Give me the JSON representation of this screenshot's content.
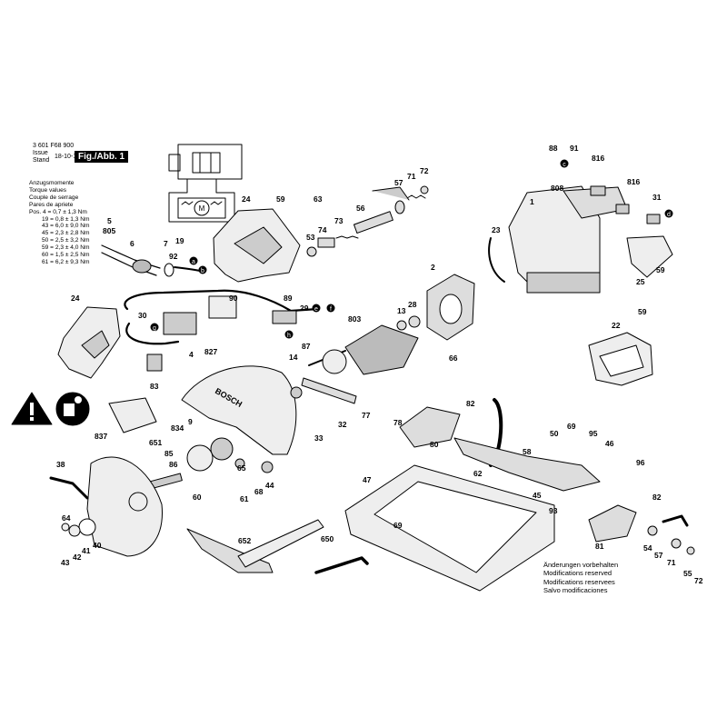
{
  "header": {
    "part_number": "3 601 F68 900",
    "issue_label": "Issue",
    "stand_label": "Stand",
    "date": "18-10-17",
    "fig_label": "Fig./Abb. 1"
  },
  "torque": {
    "lines": [
      "Anzugsmomente",
      "Torque values",
      "Couple de serrage",
      "Pares de apriete",
      "Pos.  4 = 0,7 ± 1,3 Nm",
      "19 = 0,8 ± 1,3 Nm",
      "43 = 6,0 ± 9,0 Nm",
      "45 = 2,3 ± 2,8 Nm",
      "50 = 2,5 ± 3,2 Nm",
      "59 = 2,3 ± 4,0 Nm",
      "60 = 1,5 ± 2,5 Nm",
      "61 = 6,2 ± 9,3 Nm"
    ]
  },
  "notice": {
    "lines": [
      "Änderungen vorbehalten",
      "Modifications reserved",
      "Modifications reservees",
      "Salvo modificaciones"
    ]
  },
  "brand": "BOSCH",
  "motor_symbol": "M",
  "callouts": [
    {
      "text": "a"
    },
    {
      "text": "b"
    },
    {
      "text": "c"
    },
    {
      "text": "d"
    },
    {
      "text": "e"
    },
    {
      "text": "f"
    },
    {
      "text": "g"
    },
    {
      "text": "h"
    }
  ],
  "part_labels": [
    "5",
    "805",
    "6",
    "7",
    "19",
    "92",
    "24",
    "59",
    "63",
    "53",
    "74",
    "73",
    "56",
    "57",
    "71",
    "72",
    "88",
    "91",
    "816",
    "816",
    "31",
    "808",
    "1",
    "23",
    "25",
    "59",
    "2",
    "13",
    "28",
    "803",
    "66",
    "24",
    "30",
    "90",
    "89",
    "29",
    "87",
    "4",
    "83",
    "827",
    "14",
    "32",
    "77",
    "33",
    "22",
    "59",
    "837",
    "651",
    "834",
    "9",
    "85",
    "86",
    "60",
    "61",
    "68",
    "65",
    "44",
    "38",
    "64",
    "43",
    "42",
    "41",
    "40",
    "652",
    "650",
    "47",
    "69",
    "78",
    "80",
    "82",
    "62",
    "58",
    "50",
    "69",
    "95",
    "46",
    "45",
    "93",
    "96",
    "82",
    "81",
    "54",
    "57",
    "71",
    "55",
    "72"
  ],
  "colors": {
    "ink": "#000000",
    "background": "#ffffff"
  }
}
